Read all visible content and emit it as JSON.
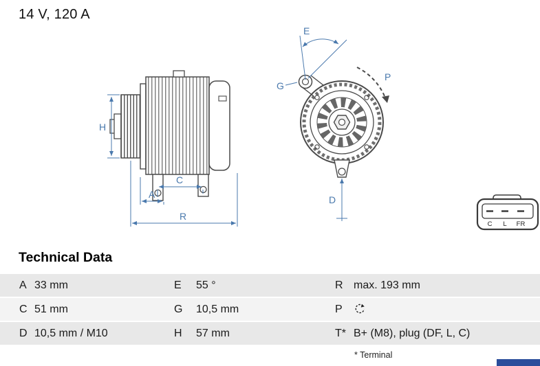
{
  "header": {
    "title": "14 V, 120 A"
  },
  "diagram": {
    "dimension_labels": {
      "H": "H",
      "A": "A",
      "C": "C",
      "R": "R",
      "E": "E",
      "G": "G",
      "P": "P",
      "D": "D"
    },
    "connector_pins": [
      "C",
      "L",
      "FR"
    ],
    "accent_color": "#4a79ad"
  },
  "table": {
    "section_title": "Technical Data",
    "rows": [
      [
        {
          "k": "A",
          "v": "33 mm"
        },
        {
          "k": "E",
          "v": "55 °"
        },
        {
          "k": "R",
          "v": "max. 193 mm"
        }
      ],
      [
        {
          "k": "C",
          "v": "51 mm"
        },
        {
          "k": "G",
          "v": "10,5 mm"
        },
        {
          "k": "P",
          "v": "",
          "icon": "rotation-direction-icon"
        }
      ],
      [
        {
          "k": "D",
          "v": "10,5 mm / M10"
        },
        {
          "k": "H",
          "v": "57 mm"
        },
        {
          "k": "T*",
          "v": "B+ (M8), plug (DF, L, C)"
        }
      ]
    ],
    "footnote": "* Terminal"
  }
}
